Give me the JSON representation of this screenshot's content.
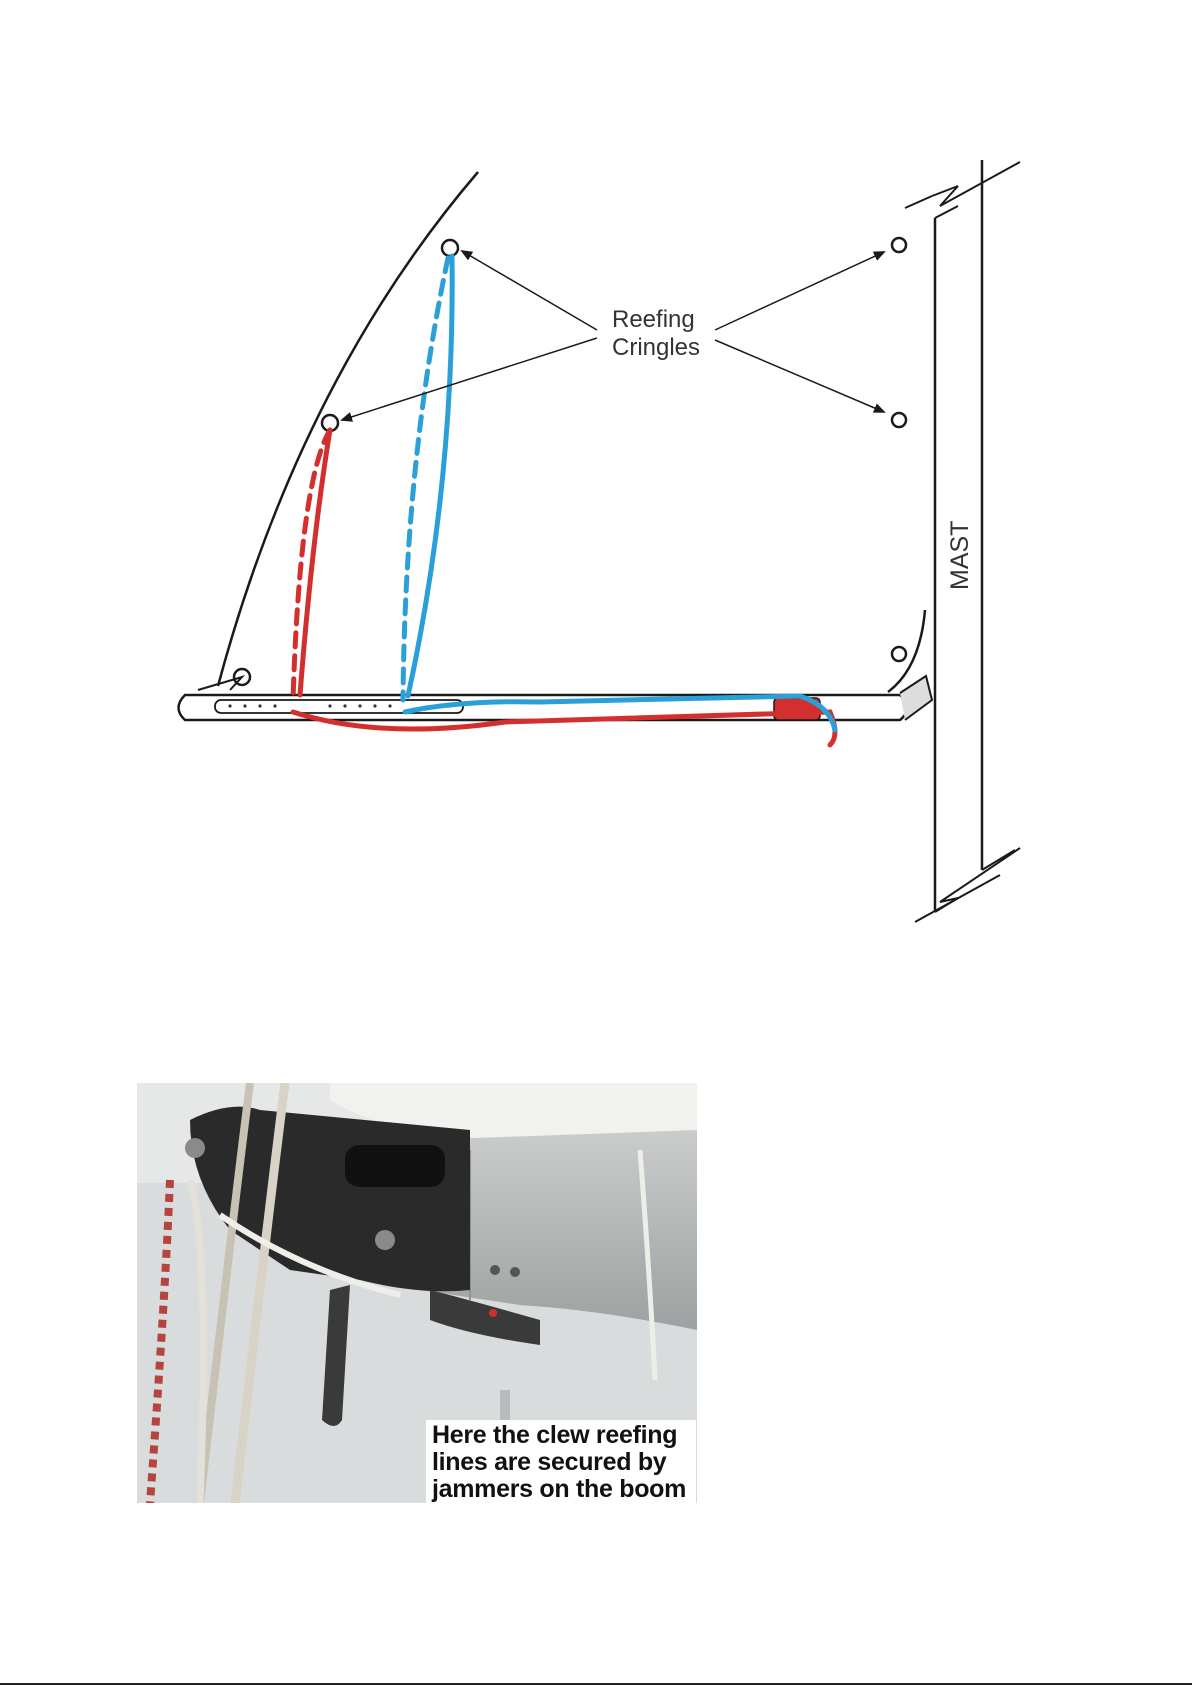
{
  "labels": {
    "reefing_cringles": [
      "Reefing",
      "Cringles"
    ],
    "mast": "MAST"
  },
  "caption": {
    "lines": [
      "Here the clew reefing",
      "lines are secured by",
      "jammers on the boom"
    ]
  },
  "colors": {
    "first_reef_line": "#d32f2f",
    "second_reef_line": "#2a9fd8",
    "callout_arrow": "#f5b800",
    "zoom_circle": "#0f2452",
    "outline": "#1a1a1a"
  },
  "photos": {
    "left": "boom-jammer-photo",
    "right": "tack-reefing-hook-photo"
  }
}
